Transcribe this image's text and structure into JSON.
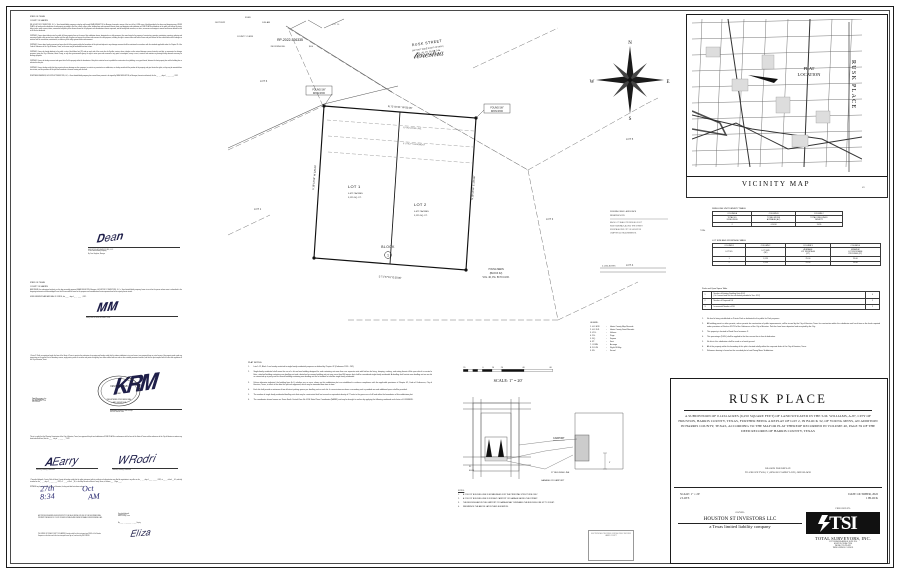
{
  "document": {
    "type": "subdivision-plat",
    "title": "RUSK PLACE",
    "sheet_label": "1 OF 1"
  },
  "filing_stamp": {
    "filed_label": "FILED",
    "date": "10/27/2022",
    "time": "8:34 AM",
    "clerk_label": "COUNTY CLERK",
    "doc_number": "RP-2022-526335",
    "fee_label": "RECORDING FEE:",
    "fee_value": "$0.00",
    "signature": "Teneshia Hudspeth"
  },
  "vicinity_map": {
    "caption": "VICINITY MAP",
    "plat_location_label": "PLAT\nLOCATION",
    "side_label": "RUSK PLACE",
    "key_number": "6/13"
  },
  "compass": {
    "north": "N",
    "south": "S",
    "east": "E",
    "west": "W"
  },
  "plat_drawing": {
    "street_label": "RUSK STREET",
    "street_sub": "(60 FOOT WIDE RIGHT-OF-WAY)\nVOL. 40, PG. 59 H.C.D.R.\nNO. 40, PG. 59 H.C.M.R.",
    "bearing_top": "N 71°47'01\" W 50.00'",
    "bearing_left": "S 18°12'59\" W 125.00'",
    "bearing_right": "N 18°12'59\" E 125.00'",
    "bearing_bottom": "S 71°47'01\" E 50.00'",
    "lots": [
      {
        "name": "LOT 1",
        "acres": "0.0717 ACRES",
        "sqft": "3,125 SQ. FT."
      },
      {
        "name": "LOT 2",
        "acres": "0.0717 ACRES",
        "sqft": "3,125 SQ. FT."
      }
    ],
    "block_label": "BLOCK",
    "block_number": "1",
    "adjacent_lots": [
      "LOT 1",
      "LOT 3",
      "LOT 4",
      "LOT 5",
      "LOT 6"
    ],
    "reference_note": "YOUNG MENS\n(BLOCK 32)\nVOL. 40, PG. 59 H.C.M.R.",
    "corner_found": "FOUND 5/8\"\nIRON ROD",
    "corner_set": "SET 5/8\"\nIRON ROD",
    "building_line": "10' BUILDING LINE",
    "utility_easement": "5' UTILITY EASEMENT"
  },
  "scale": {
    "label": "SCALE: 1\" = 20'",
    "ticks": [
      "20",
      "0",
      "10",
      "20",
      "40",
      "60"
    ]
  },
  "legend": {
    "title": "LEGEND:",
    "rows": [
      {
        "abbr": "H.C.M.R.",
        "meaning": "Harris County Map Records"
      },
      {
        "abbr": "H.C.D.R.",
        "meaning": "Harris County Deed Records"
      },
      {
        "abbr": "VOL.",
        "meaning": "Volume"
      },
      {
        "abbr": "PG.",
        "meaning": "Page"
      },
      {
        "abbr": "SQ.",
        "meaning": "Square"
      },
      {
        "abbr": "FT.",
        "meaning": "Feet"
      },
      {
        "abbr": "CONN.",
        "meaning": "Acreage"
      },
      {
        "abbr": "R.O.W.",
        "meaning": "Right-Of-Way"
      },
      {
        "abbr": "FD.",
        "meaning": "Found"
      }
    ]
  },
  "density_table": {
    "title": "DWELLING UNIT DENSITY TABLE",
    "columns": [
      "COLUMN A",
      "COLUMN B",
      "COLUMN C"
    ],
    "subheaders": [
      "TOTAL NO.\nDWELLINGS",
      "TOTAL GROSS\nACREAGE (AC)",
      "TOTAL DWELLINGS\nDENSITY"
    ],
    "rows": [
      [
        "2",
        "0.1434",
        "13.95"
      ]
    ],
    "row_label": "TOTAL"
  },
  "lot_table": {
    "title": "LOT SIZE AND FRONTAGE TABLE",
    "columns": [
      "COLUMN 1",
      "COLUMN 2",
      "COLUMN 3",
      "COLUMN 4"
    ],
    "subheaders": [
      "LOT NO.",
      "LOT SIZE\n(SF)",
      "AVERAGE\nLOT FRONTAGE\n(FT)",
      "MINIMUM\nLOT FRONTAGE\nPROVIDED (FT)"
    ],
    "rows": [
      [
        "1",
        "3,125",
        "25.00",
        "25.00"
      ],
      [
        "2",
        "3,125",
        "25.00",
        "25.00"
      ]
    ]
  },
  "parks_table": {
    "title": "Parks and Open Space Table",
    "rows": [
      {
        "no": "1",
        "text": "Number of Existing Dwelling Units (DU)\n(Or if vacant land list the calculation provided in Sec. 42-2)",
        "value": "0"
      },
      {
        "no": "2",
        "text": "Number of Proposed DU",
        "value": "2"
      },
      {
        "no": "3",
        "text": "Incremental Number of DU",
        "value": "2"
      }
    ]
  },
  "right_notes": [
    "No land is being established as Private Park or dedicated to the public for Park purposes.",
    "All building permit or other permits, unless permits for construction of public improvements, will be issued by the City of Houston, Texas for construction within the subdivision until such time as the funds required under provisions of Section 42-253 of the Ordinances of the City of Houston. Park fee have been deposited and accepted by the City.",
    "This property is located in Flood Zone Insurance X.",
    "This percentage (100%) shall be applied to the then-current fee in lieu of dedication.",
    "No lots in this subdivision shall be used as a burial ground.",
    "All of the property within the boundary of this plat is located wholly within the corporate limits of the City of Houston, Texas.",
    "Reference bearing is based on the recorded plat of said Young Mens Subdivision."
  ],
  "plat_notes": {
    "header": "PLAT NOTES:",
    "items": [
      "Lots 1-12, Block 1 are hereby restricted to single family residential purposes as defined by Chapter 42 (Ordinance 1999 - 262).",
      "Single-family residential shall mean the use of a lot and one building designed for and containing not more than one separate units with kitchen for living, sleeping, cooking, and eating therein. A lot upon which is erected a flats-, attached building containing one dwelling unit and a detached accessory building unit not over more than 800 square feet shall be considered single-family residential. A dwelling shall contain one dwelling unit on one lot or connected up in party and for several building containing one dwelling unit on lot incident lot shall be single family residential.",
      "Unless otherwise indicated, the building lines (b.l.), whether one or more, shown on this subdivision plat are established in evidence compliance with the applicable provisions of Chapter 42, Code of Ordinances, City of Houston, Texas, in effect at the date this plat was approved, which may be amended from time to time.",
      "Each lot shall provide a minimum of two off-street parking spaces per dwelling unit on each lot. In cases instances where a secondary unit is provided one and additional space shall be provided.",
      "The number of single family residential dwelling units that may be constructed shall not exceed an equivalent density of 27 units to the gross acre of all land within the boundaries of this subdivision plat.",
      "The coordinates shown hereon are Texas South Central Zone No. 4204 State Plane Coordinates (NAD83) and may be brought to surface by applying the following combined scale factor of 0.99988085."
    ]
  },
  "detail_diagram": {
    "label_lot": "CARPORT",
    "label_bl": "17' BUILDING LINE",
    "label_garage": "GARAGE OR CARPORT",
    "notes_header": "NOTES:",
    "notes": [
      "A 17-FOOT BUILDING LINE IS ESTABLISHED FOR THE PRINCIPAL STRUCTURE ONLY.",
      "A 17-FOOT BUILDING LINE IS FOR ANY CARPORT OR GARAGE FACING THE STREET.",
      "THE BUILDING ABOVE THE CARPORT OR GARAGE MAY OVERHANG THE BUILDING LINE UP TO 3 FEET.",
      "REFERENCE THE ABOVE LAYOUT AND ELEVATION."
    ]
  },
  "title_block": {
    "name": "RUSK PLACE",
    "legal_description": "A SUBDIVISION OF 0.1434 ACRES (6,250 SQUARE FEET) OF LAND SITUATED IN THE S.M. WILLIAMS, A-87, CITY OF HOUSTON, HARRIS COUNTY, TEXAS, FURTHER BEING A REPLAT OF LOT 2, IN BLOCK 32, OF YOUNG MENS, AN ADDITION IN HARRIS COUNTY, TEXAS, ACCORDING TO THE MAP OR PLAT THEREOF  RECORDED IN VOLUME 40, PAGE 59 OF THE DEED RECORDS OF HARRIS COUNTY, TEXAS",
    "reason_label": "REASON FOR REPLAT:",
    "reason_text": "TO CREATE TWO ( 2 ) SINGLE FAMILY LOTS, ONE BLOCK",
    "scale_line1": "SCALE: 1\" = 20'",
    "scale_line2": "2 LOTS",
    "date_line1": "DATE: OCTOBER, 2022",
    "date_line2": "1 BLOCK",
    "owner_label": "OWNER:",
    "owner_name": "HOUSTON ST INVESTORS LLC",
    "owner_sub": "a Texas limited liability company",
    "prepared_label": "PREPARED BY:",
    "surveyor_name": "TOTAL SURVEYORS, INC.",
    "surveyor_address": "5177 RICHMOND AVENUE, SUITE 1150\nHOUSTON, TEXAS 77056\nPHONE: 713-782-4321\nTBPELS FIRM NO. 10194011"
  },
  "left_column": {
    "state_line": "STATE OF TEXAS",
    "county_line": "COUNTY OF HARRIS",
    "paragraphs": [
      "WE, HOUSTON ST INVESTORS, LLC, a Texas limited liability company, acting by and through DEAN SINGLETON, its Manager, hereunder, owners of the tract of the 0.1434 acres of land described in the above and foregoing map of RUSK PLACE, do hereby make subdivision of said property according to the lines, streets, alleys, parks, building lines and easements therein shown and designate said subdivision as RUSK PLACE and dedicate to the public use forever all streets, alleys, parks, water courses, drains, easements and public places thereon shown for the purposes and considerations therein expressed, and do hereby bind ourselves, our heirs, successors and assigns to warrant and forever defend the title to the land so dedicated.",
      "FURTHER, Owners does dedicate unto the public all those property lines on the map of this subdivision shown, designated as a utility easement, the same being for the purpose of constructing, operating, maintaining, repairing, replacing and removing all public utility service lines, together with the right of ingress and egress to and from said easement for said purposes, including the right to remove from said lands all trees and parts thereof or other obstructions which endanger or interfere with the construction, maintenance, or efficiency of the utility systems within said easement.",
      "FURTHER, Owners does hereby covenant and agree that all of the property within the boundaries of this plat and adjacent to any drainage easement shall be maintained in accordance with the standards applicable under the Chapter 42 of the Code of Ordinances of the City of Houston, Texas, as the same may be amended from time to time.",
      "FURTHER, Owners do hereby dedicate to the public a strip of land fifteen feet (15') wide on each side of the center line of all gullies, ravines, draws, sloughs or other natural drainage courses located in said plat, as easements for drainage purposes, giving the City of Houston, Harris County, or any other governmental agency the right to enter upon said easement at any point to investigate, survey or erect, construct and maintain any drainage facility deemed necessary for drainage purposes.",
      "FURTHER, Owners do hereby covenant and agree that all of the property within the boundaries of this plat is restricted so as to prohibit the construction of any building, or any part thereof, between the front property line and the building line as indicated on this plat.",
      "FURTHER, Owners hereby certify that they cannot make any drainage or other easement, or restrict any construction or subdivision, are hereby vested with the position of the property, and give therein the rights, as they may be amended from time to time, and the provisions of this plat shall constitute a covenant running with the land."
    ],
    "witness_line": "IN WITNESS WHEREOF, HOUSTON ST INVESTORS, LLC, a Texas limited liability company has caused these presents to be signed by DEAN SINGLETON, its Manager, thereunto authorized, this the ______ day of __________, 2022.",
    "owner_sig_name": "HOUSTON ST INVESTORS, LLC",
    "owner_sig_title": "a Texas limited liability company",
    "owner_sig_by": "By: Dean Singleton, Manager",
    "notary_state": "STATE OF TEXAS",
    "notary_county": "COUNTY OF HARRIS",
    "notary_text": "BEFORE ME, the undersigned authority, on this day personally appeared DEAN SINGLETON, Manager of HOUSTON ST INVESTORS, LLC, a Texas limited liability company, known to me to be the person whose name is subscribed to the foregoing instrument and acknowledged to me that he executed the same for the purposes and considerations therein expressed and in the capacity therein stated.",
    "notary_given": "GIVEN UNDER MY HAND AND SEAL OF OFFICE, this _____ day of __________, 2022.",
    "notary_sig_label": "Notary Public in and for the State of Texas",
    "surveyor_cert": "I, Kevin R. Kolb, am registered under the laws of the State of Texas to practice the profession of surveying and hereby certify that this above subdivision is true and correct; was prepared from an actual survey of the property made under my supervision on the ground; that all boundary corners, angle points, points of curvature and points of tangency have been marked with iron rods or other suitable permanent markers; and that this plat complies with the rules and regulations of the City of Houston, Texas.",
    "surveyor_block_label": "Total Surveyors Inc.",
    "surveyor_block_addr": "5177 Richmond Ave.\nDeer Park, Texas 77536\n281-478-8059",
    "surveyor_sig_name": "Kevin R. Kolb",
    "surveyor_sig_title": "Registered Professional Land Surveyor\nNo. 5687  State of Texas",
    "commission_text": "This is to certify that the Planning Commission of the City of Houston, Texas, has approved this plat and subdivision of RUSK PLACE in conformance with the laws of the State of Texas and the ordinances of the City of Houston as witness my hand and official seal, this the _____ day of __________, 2022.",
    "commission_sig1": "Secretary, Planning Commission",
    "commission_sig2": "Chairman, Planning Commission",
    "clerk_text": "I, Teneshia Hudspeth, County Clerk of Harris County, do hereby certify that the within instrument with its certificate of authentication was filed for registration in my office on the _____ day of __________, 2022, at _____ o'clock __.M., and duly recorded on the _____ day of __________, 2022, at _____ o'clock __.M., in the Map Records of Harris County Texas, in Volume ____, Page ____.",
    "clerk_witness": "WITNESS my hand and seal of office, at Houston, the day and date last above written.",
    "clerk_name": "Teneshia Hudspeth\nCounty Clerk\nHarris County, Texas",
    "clerk_by": "By:  ______________________   Deputy"
  }
}
